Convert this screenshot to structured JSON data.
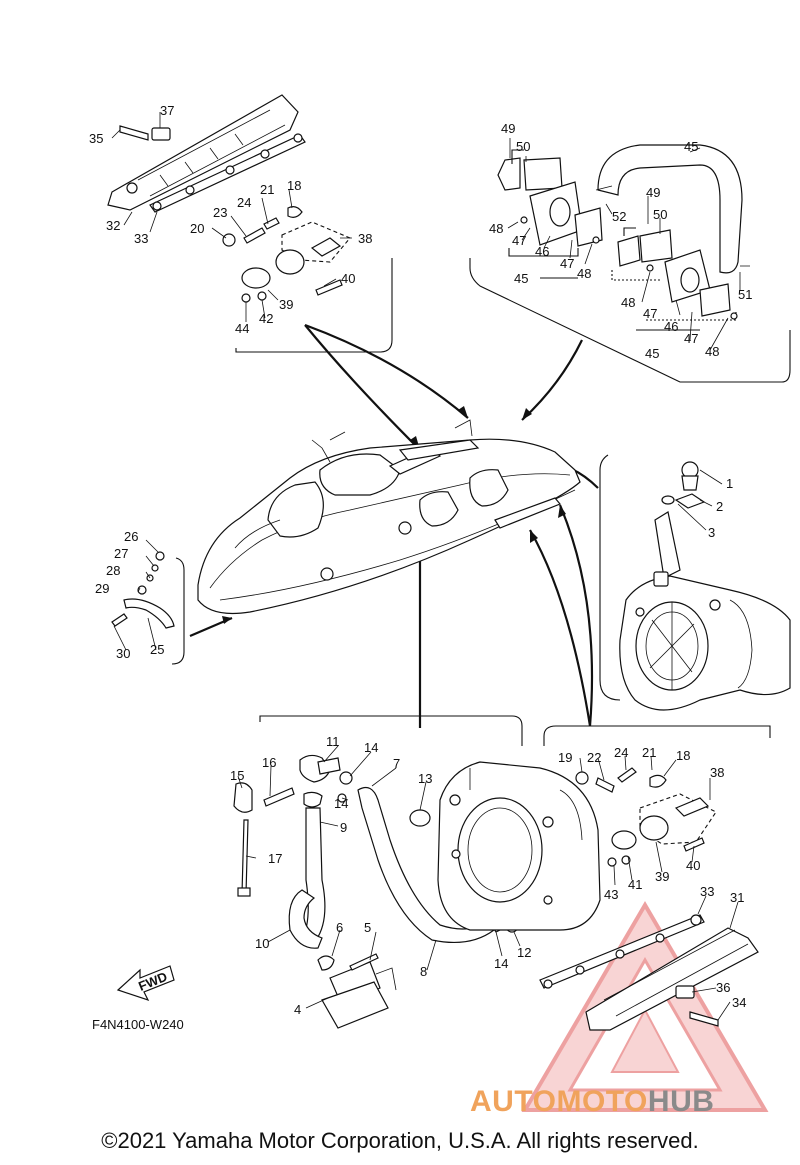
{
  "diagram_code": "F4N4100-W240",
  "direction_label": "FWD",
  "copyright": "©2021 Yamaha Motor Corporation, U.S.A. All rights reserved.",
  "watermark": {
    "part1": "AUTOMOTO",
    "part2": "HUB",
    "color_primary": "#f0a35c",
    "color_secondary": "#8a8a8a",
    "triangle_color": "#e05555"
  },
  "part_labels": {
    "p1": "1",
    "p2": "2",
    "p3": "3",
    "p4": "4",
    "p5": "5",
    "p6": "6",
    "p7": "7",
    "p8": "8",
    "p9": "9",
    "p10": "10",
    "p11": "11",
    "p12": "12",
    "p13": "13",
    "p14a": "14",
    "p14b": "14",
    "p14c": "14",
    "p15": "15",
    "p16": "16",
    "p17": "17",
    "p18a": "18",
    "p18b": "18",
    "p19": "19",
    "p20": "20",
    "p21a": "21",
    "p21b": "21",
    "p22": "22",
    "p23": "23",
    "p24a": "24",
    "p24b": "24",
    "p25": "25",
    "p26": "26",
    "p27": "27",
    "p28": "28",
    "p29": "29",
    "p30": "30",
    "p31": "31",
    "p32": "32",
    "p33a": "33",
    "p33b": "33",
    "p34": "34",
    "p35": "35",
    "p36": "36",
    "p37": "37",
    "p38a": "38",
    "p38b": "38",
    "p39a": "39",
    "p39b": "39",
    "p40a": "40",
    "p40b": "40",
    "p41": "41",
    "p42": "42",
    "p43": "43",
    "p44": "44",
    "p45a": "45",
    "p45b": "45",
    "p45c": "45",
    "p46a": "46",
    "p46b": "46",
    "p47a": "47",
    "p47b": "47",
    "p47c": "47",
    "p47d": "47",
    "p48a": "48",
    "p48b": "48",
    "p48c": "48",
    "p48d": "48",
    "p49a": "49",
    "p49b": "49",
    "p50a": "50",
    "p50b": "50",
    "p51": "51",
    "p52": "52"
  }
}
